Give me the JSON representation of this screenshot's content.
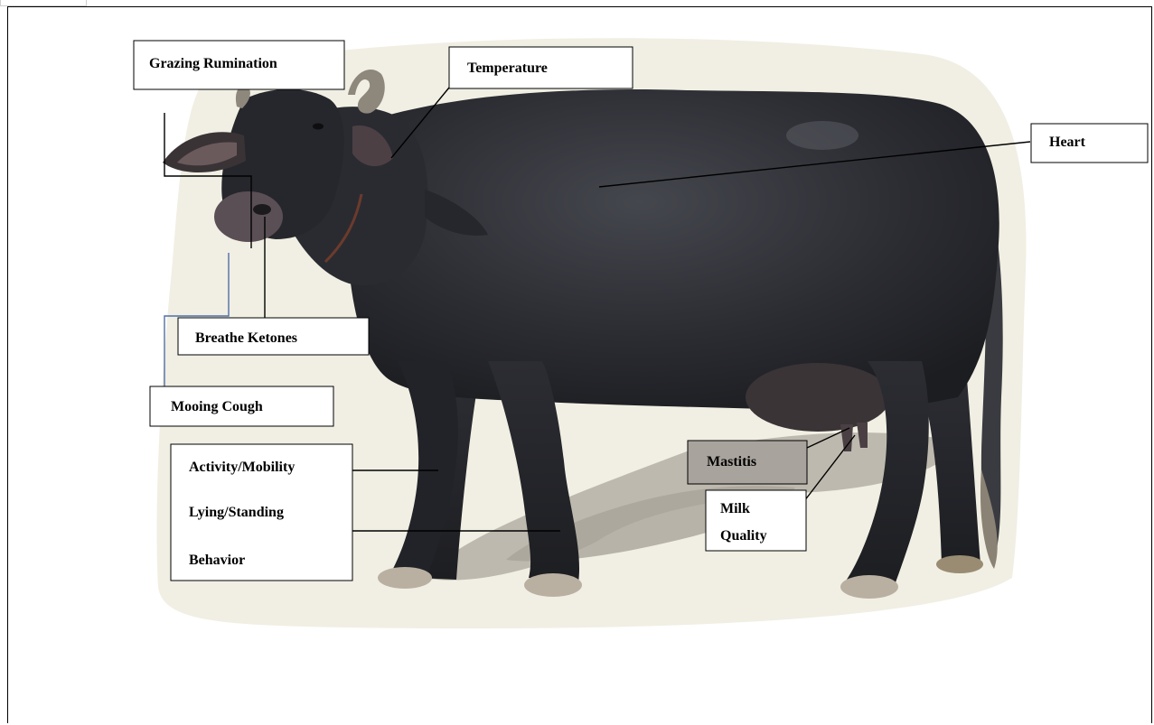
{
  "diagram": {
    "labels": {
      "grazing": "Grazing Rumination",
      "temperature": "Temperature",
      "heart": "Heart",
      "breathe": "Breathe Ketones",
      "mooing": "Mooing Cough",
      "activity": "Activity/Mobility",
      "lying": "Lying/Standing",
      "behavior": "Behavior",
      "mastitis": "Mastitis",
      "milk_line1": "Milk",
      "milk_line2": "Quality"
    },
    "colors": {
      "animal": "#2a2b31",
      "background_halo": "#f1efe3",
      "shadow": "#b7b2a7",
      "mastitis_box": "#a8a39c",
      "blue_leader": "#4f6fa8"
    }
  }
}
